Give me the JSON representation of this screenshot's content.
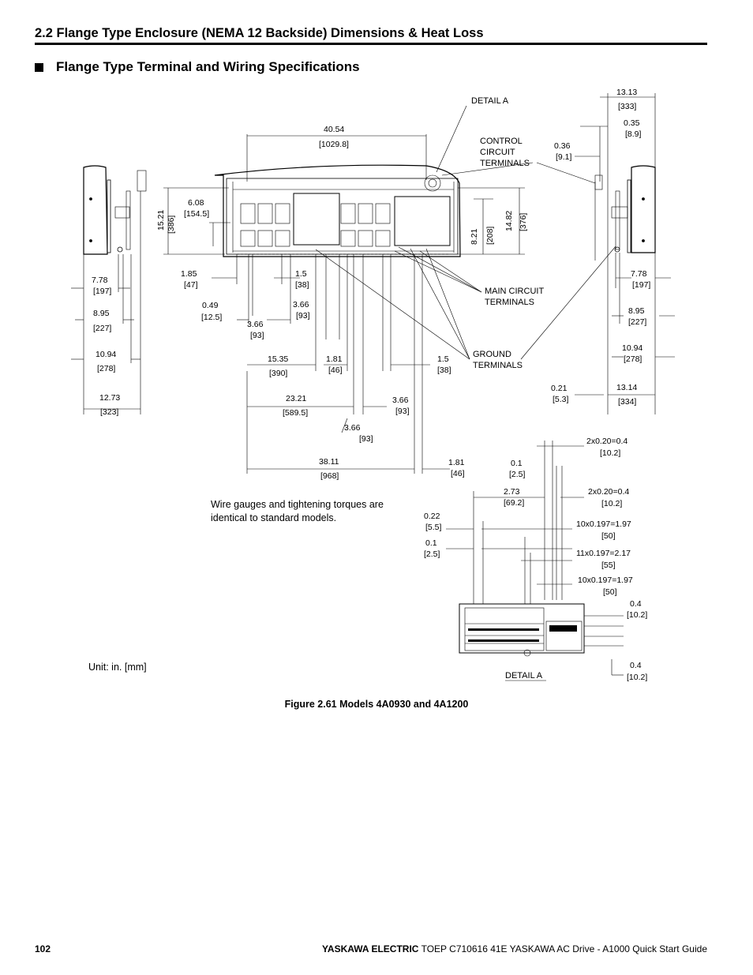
{
  "header": {
    "section_title": "2.2 Flange Type Enclosure (NEMA 12 Backside) Dimensions & Heat Loss",
    "subsection_title": "Flange Type Terminal and Wiring Specifications"
  },
  "figure": {
    "callouts": {
      "detail_a": "DETAIL A",
      "control_1": "CONTROL",
      "control_2": "CIRCUIT",
      "control_3": "TERMINALS",
      "main_1": "MAIN CIRCUIT",
      "main_2": "TERMINALS",
      "ground_1": "GROUND",
      "ground_2": "TERMINALS",
      "detail_a_bottom": "DETAIL A"
    },
    "front_dims": {
      "d1": "40.54",
      "d1mm": "[1029.8]",
      "d2": "6.08",
      "d2mm": "[154.5]",
      "d3": "15.21",
      "d3mm": "[386]",
      "d4": "1.85",
      "d4mm": "[47]",
      "d5": "1.5",
      "d5mm": "[38]",
      "d6": "0.49",
      "d6mm": "[12.5]",
      "d7": "3.66",
      "d7mm": "[93]",
      "d8": "3.66",
      "d8mm": "[93]",
      "d9": "15.35",
      "d9mm": "[390]",
      "d10": "1.81",
      "d10mm": "[46]",
      "d11": "1.5",
      "d11mm": "[38]",
      "d12": "23.21",
      "d12mm": "[589.5]",
      "d13": "3.66",
      "d13mm": "[93]",
      "d14": "3.66",
      "d14mm": "[93]",
      "d15": "38.11",
      "d15mm": "[968]",
      "d16": "1.81",
      "d16mm": "[46]",
      "d17": "8.21",
      "d17mm": "[208]",
      "d18": "14.82",
      "d18mm": "[376]"
    },
    "left_dims": {
      "l1": "7.78",
      "l1mm": "[197]",
      "l2": "8.95",
      "l2mm": "[227]",
      "l3": "10.94",
      "l3mm": "[278]",
      "l4": "12.73",
      "l4mm": "[323]"
    },
    "right_dims": {
      "r1": "13.13",
      "r1mm": "[333]",
      "r2": "0.35",
      "r2mm": "[8.9]",
      "r3": "0.36",
      "r3mm": "[9.1]",
      "r4": "7.78",
      "r4mm": "[197]",
      "r5": "8.95",
      "r5mm": "[227]",
      "r6": "10.94",
      "r6mm": "[278]",
      "r7": "13.14",
      "r7mm": "[334]",
      "r8": "0.21",
      "r8mm": "[5.3]"
    },
    "detail_dims": {
      "t1": "2x0.20=0.4",
      "t1mm": "[10.2]",
      "t2": "0.1",
      "t2mm": "[2.5]",
      "t3": "2.73",
      "t3mm": "[69.2]",
      "t4": "2x0.20=0.4",
      "t4mm": "[10.2]",
      "t5": "0.22",
      "t5mm": "[5.5]",
      "t6": "10x0.197=1.97",
      "t6mm": "[50]",
      "t7": "0.1",
      "t7mm": "[2.5]",
      "t8": "11x0.197=2.17",
      "t8mm": "[55]",
      "t9": "10x0.197=1.97",
      "t9mm": "[50]",
      "t10": "0.4",
      "t10mm": "[10.2]",
      "t11": "0.4",
      "t11mm": "[10.2]"
    },
    "note": "Wire gauges and tightening torques are identical to standard models.",
    "unit": "Unit: in. [mm]",
    "caption": "Figure 2.61  Models 4A0930 and 4A1200"
  },
  "footer": {
    "page_number": "102",
    "brand": "YASKAWA ELECTRIC",
    "doc_info": " TOEP C710616 41E YASKAWA AC Drive - A1000 Quick Start Guide"
  }
}
